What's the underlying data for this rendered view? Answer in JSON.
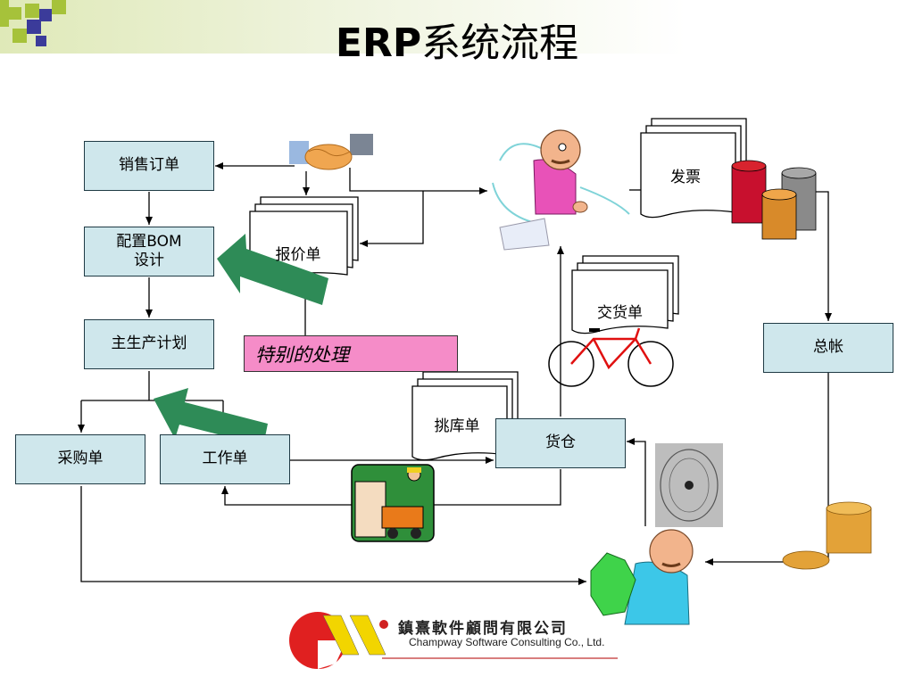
{
  "title_latin": "ERP",
  "title_cjk": "系统流程",
  "nodes": {
    "sales_order": "销售订单",
    "config_bom_line1": "配置BOM",
    "config_bom_line2": "设计",
    "mps": "主生产计划",
    "purchase_order": "采购单",
    "work_order": "工作单",
    "quotation": "报价单",
    "special": "特别的处理",
    "pick_list": "挑库单",
    "warehouse": "货仓",
    "delivery_note": "交货单",
    "invoice": "发票",
    "general_ledger": "总帐"
  },
  "logo": {
    "chinese": "鎮熹軟件顧問有限公司",
    "english": "Champway Software Consulting Co., Ltd."
  },
  "colors": {
    "box_fill": "#cfe7ec",
    "special_fill": "#f58cc8",
    "arrow_green": "#2e8b57"
  }
}
